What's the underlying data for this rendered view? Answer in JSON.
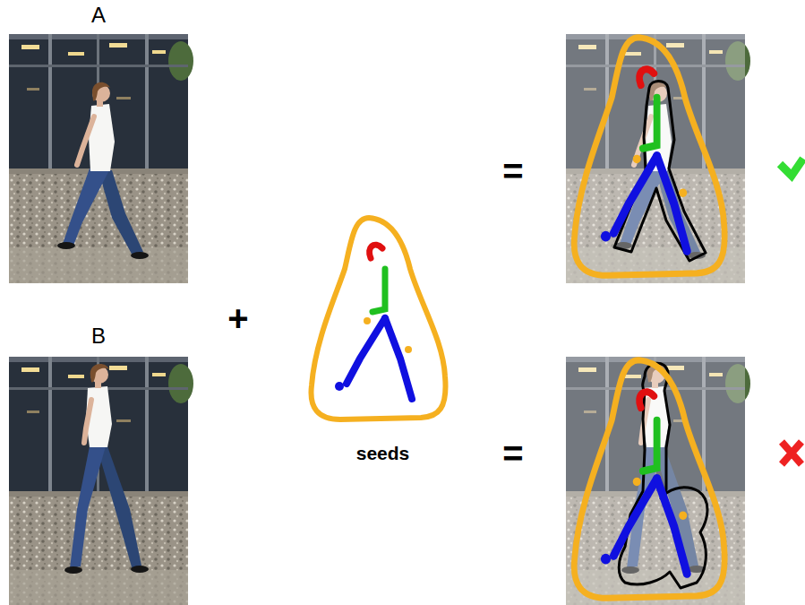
{
  "diagram": {
    "nodes": [
      {
        "text": [
          "A"
        ]
      },
      {
        "text": [
          "B"
        ]
      },
      {
        "text": [
          "seeds"
        ]
      }
    ],
    "labels": [
      "+",
      "=",
      "="
    ]
  }
}
